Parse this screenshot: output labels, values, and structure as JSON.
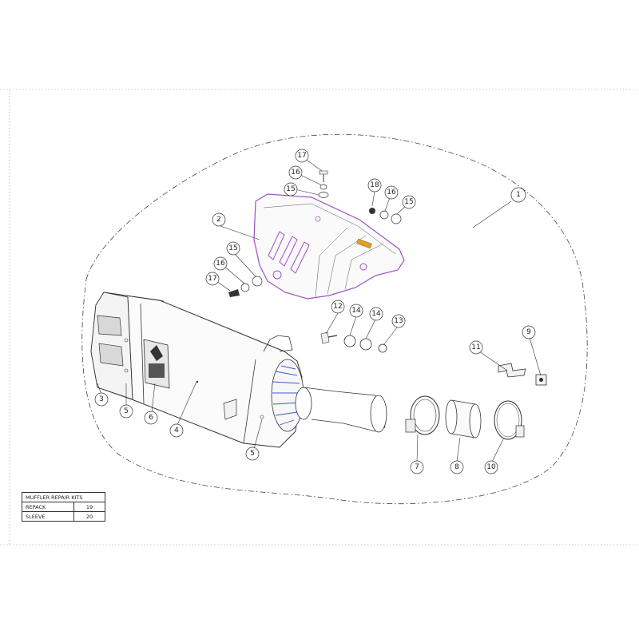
{
  "callouts": [
    {
      "n": "1"
    },
    {
      "n": "2"
    },
    {
      "n": "3"
    },
    {
      "n": "4"
    },
    {
      "n": "5"
    },
    {
      "n": "5"
    },
    {
      "n": "6"
    },
    {
      "n": "7"
    },
    {
      "n": "8"
    },
    {
      "n": "9"
    },
    {
      "n": "10"
    },
    {
      "n": "11"
    },
    {
      "n": "12"
    },
    {
      "n": "13"
    },
    {
      "n": "14"
    },
    {
      "n": "14"
    },
    {
      "n": "15"
    },
    {
      "n": "15"
    },
    {
      "n": "15"
    },
    {
      "n": "16"
    },
    {
      "n": "16"
    },
    {
      "n": "16"
    },
    {
      "n": "17"
    },
    {
      "n": "17"
    },
    {
      "n": "18"
    }
  ],
  "repair_kits": {
    "title": "MUFFLER REPAIR KITS",
    "rows": [
      {
        "label": "REPACK",
        "value": "19"
      },
      {
        "label": "SLEEVE",
        "value": "20"
      }
    ]
  },
  "colors": {
    "line": "#333333",
    "heat_shield_outline": "#a050c8",
    "endcap_ribs": "#3b5bd0",
    "heat_shield_logo": "#e0a020"
  }
}
